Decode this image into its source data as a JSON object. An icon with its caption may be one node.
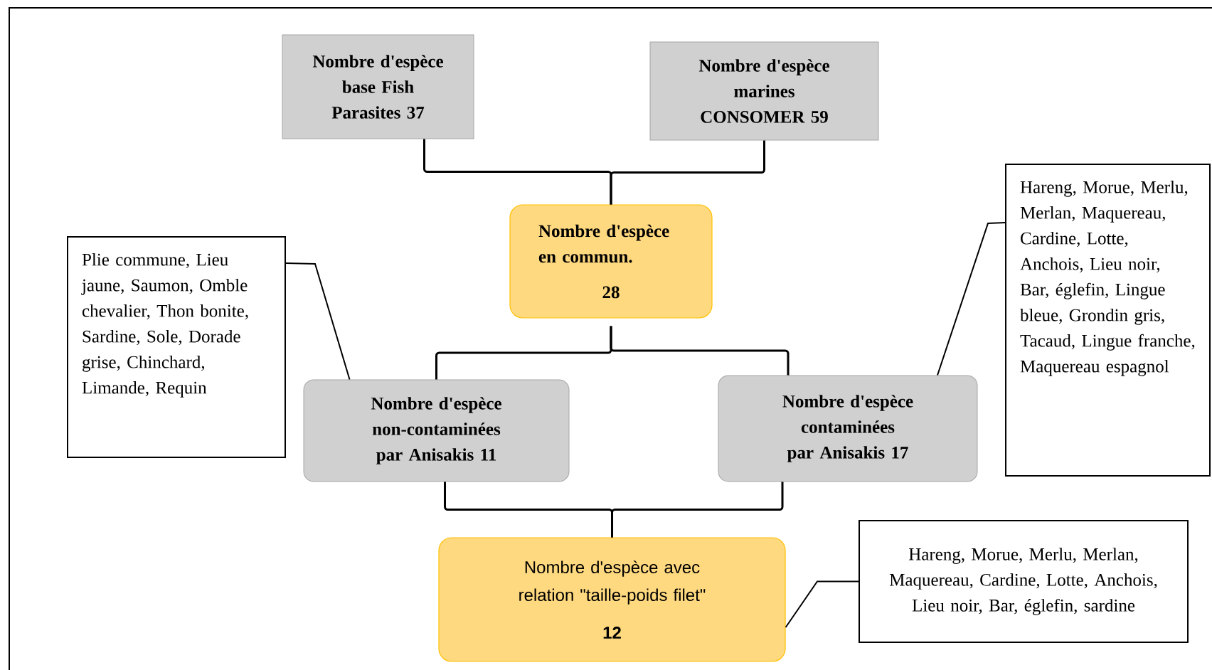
{
  "diagram": {
    "nodes": [
      {
        "text": [
          "Nombre d'espèce base Fish Parasites 37"
        ]
      },
      {
        "text": [
          "Nombre d'espèce marines CONSOMER 59"
        ]
      },
      {
        "text": [
          "Nombre d'espèce en commun.",
          "28"
        ]
      },
      {
        "text": [
          "Plie commune, Lieu jaune, Saumon, Omble chevalier, Thon bonite, Sardine, Sole, Dorade grise, Chinchard, Limande, Requin"
        ]
      },
      {
        "text": [
          "Nombre d'espèce non-contaminées par Anisakis 11"
        ]
      },
      {
        "text": [
          "Nombre d'espèce contaminées par Anisakis 17"
        ]
      },
      {
        "text": [
          "Hareng, Morue, Merlu, Merlan, Maquereau, Cardine, Lotte, Anchois, Lieu noir, Bar, églefin, Lingue bleue, Grondin gris, Tacaud, Lingue franche, Maquereau espagnol"
        ]
      },
      {
        "text": [
          "Nombre d'espèce avec relation \"taille-poids filet\"",
          "12"
        ]
      },
      {
        "text": [
          "Hareng, Morue, Merlu, Merlan, Maquereau, Cardine, Lotte, Anchois, Lieu noir, Bar, églefin, sardine"
        ]
      }
    ],
    "edges": [
      {
        "from": 0,
        "to": 2,
        "arrow": "none"
      },
      {
        "from": 1,
        "to": 2,
        "arrow": "none"
      },
      {
        "from": 2,
        "to": 4,
        "arrow": "none"
      },
      {
        "from": 2,
        "to": 5,
        "arrow": "none"
      },
      {
        "from": 4,
        "to": 7,
        "arrow": "none"
      },
      {
        "from": 5,
        "to": 7,
        "arrow": "none"
      },
      {
        "from": 3,
        "to": 4,
        "arrow": "none"
      },
      {
        "from": 6,
        "to": 5,
        "arrow": "none"
      },
      {
        "from": 8,
        "to": 7,
        "arrow": "none"
      }
    ]
  }
}
